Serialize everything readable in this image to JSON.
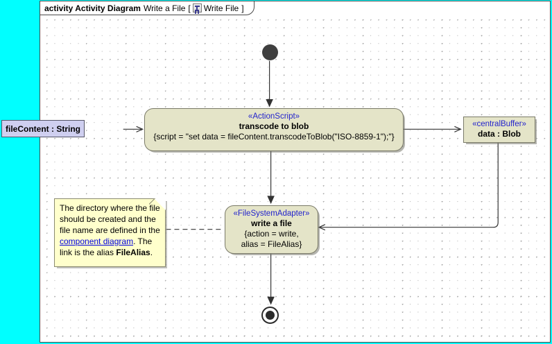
{
  "frame": {
    "keyword": "activity Activity Diagram",
    "name": "Write a File",
    "bracket_open": "[",
    "bracket_close": "]",
    "icon": "activity-diagram-icon",
    "tab_label": "Write File"
  },
  "parameter_node": {
    "label": "fileContent : String",
    "fill": "#CFCFF0",
    "border": "#555566"
  },
  "nodes": {
    "transcode": {
      "stereotype": "«ActionScript»",
      "name": "transcode to blob",
      "body": "{script = \"set data = fileContent.transcodeToBlob(\"ISO-8859-1\");\"}"
    },
    "write_file": {
      "stereotype": "«FileSystemAdapter»",
      "name": "write a file",
      "body_line1": "{action = write,",
      "body_line2": "alias = FileAlias}"
    },
    "central_buffer": {
      "stereotype": "«centralBuffer»",
      "name": "data : Blob"
    }
  },
  "note": {
    "text_part1": "The directory where the file should be created and the file name are defined in the ",
    "link_text": "component diagram",
    "text_part2": ". The link is the alias ",
    "bold_text": "FileAlias",
    "text_part3": "."
  },
  "control_nodes": {
    "initial": "initial-node",
    "final": "activity-final-node"
  },
  "colors": {
    "outside_background": "#00FFFF",
    "canvas": "#FFFFFF",
    "node_fill": "#E4E4C8",
    "node_border": "#7A7A68",
    "note_fill": "#FFFFCC",
    "stereotype_text": "#2222CC",
    "link_text": "#0000DD",
    "edge": "#333333",
    "grid_dot": "#8A8A8A"
  }
}
